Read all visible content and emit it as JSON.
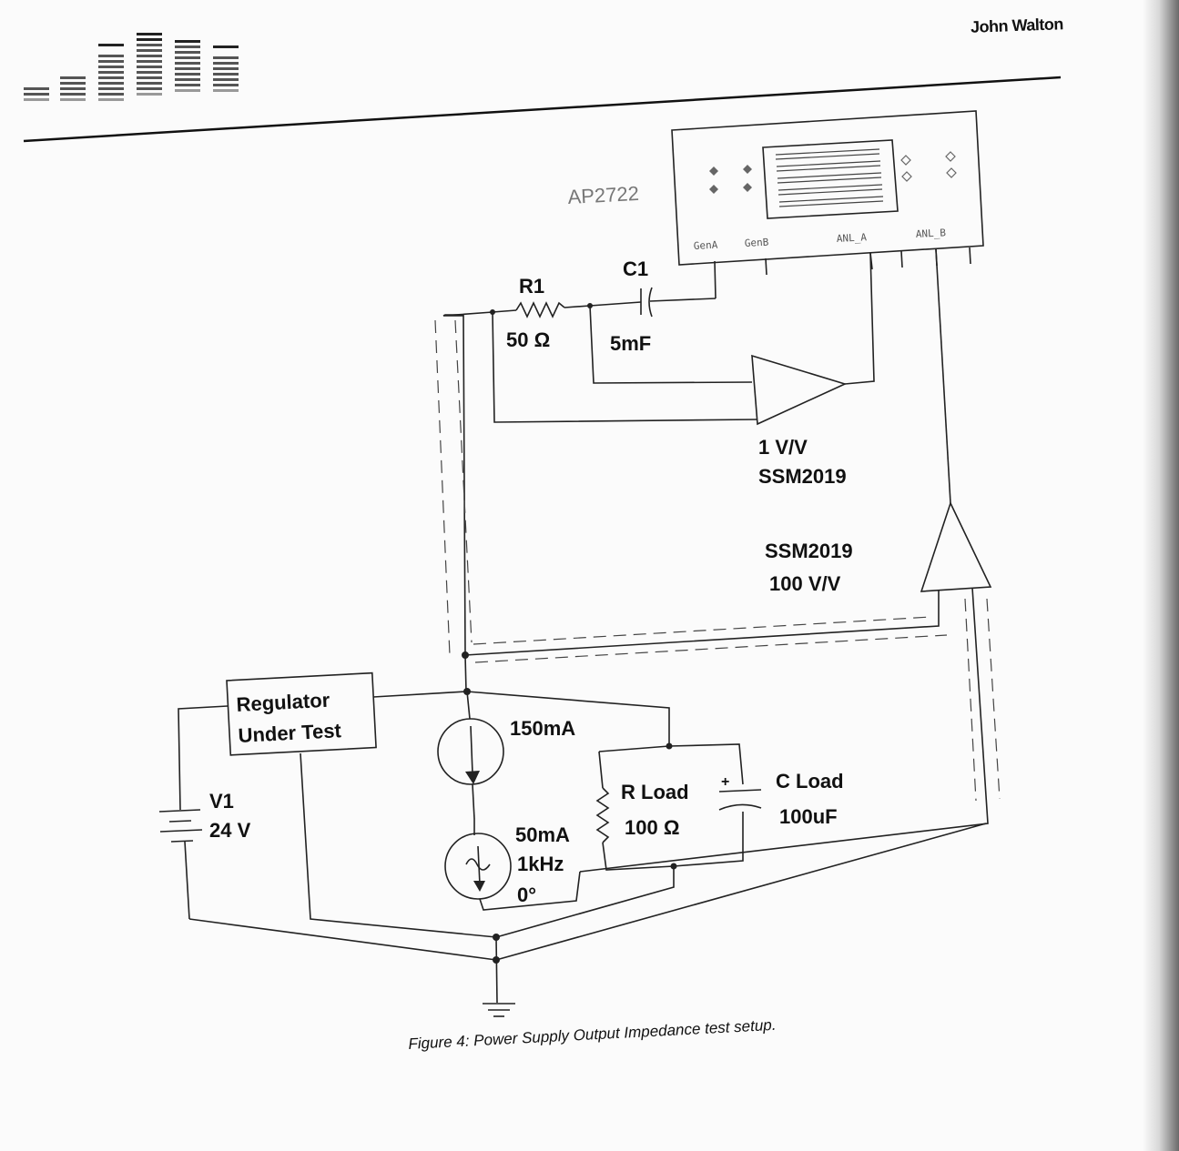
{
  "header": {
    "author": "John Walton"
  },
  "figure": {
    "caption": "Figure 4: Power Supply Output Impedance test setup.",
    "instrument": {
      "name": "AP2722",
      "ports": [
        "GenA",
        "GenB",
        "ANL_A",
        "ANL_B"
      ]
    },
    "r1": {
      "name": "R1",
      "value": "50 Ω"
    },
    "c1": {
      "name": "C1",
      "value": "5mF"
    },
    "amp1": {
      "gain": "1 V/V",
      "part": "SSM2019"
    },
    "amp2": {
      "part": "SSM2019",
      "gain": "100 V/V"
    },
    "regulator": {
      "line1": "Regulator",
      "line2": "Under Test"
    },
    "v1": {
      "name": "V1",
      "value": "24 V"
    },
    "i_dc": {
      "value": "150mA"
    },
    "i_ac": {
      "amplitude": "50mA",
      "frequency": "1kHz",
      "phase": "0°"
    },
    "rload": {
      "name": "R Load",
      "value": "100 Ω"
    },
    "cload": {
      "name": "C Load",
      "value": "100uF",
      "polarity": "+"
    }
  },
  "colors": {
    "ink": "#222222",
    "label_gray": "#777777"
  }
}
